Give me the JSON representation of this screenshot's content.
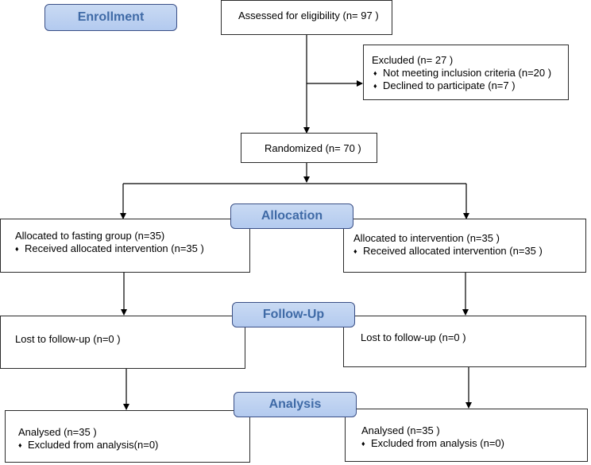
{
  "stages": {
    "enrollment": "Enrollment",
    "allocation": "Allocation",
    "followup": "Follow-Up",
    "analysis": "Analysis"
  },
  "assessed": "Assessed for eligibility (n= 97 )",
  "excluded": {
    "title": "Excluded  (n= 27  )",
    "items": [
      "Not meeting inclusion criteria (n=20 )",
      "Declined to participate (n=7   )"
    ]
  },
  "randomized": "Randomized (n= 70 )",
  "bullet_glyph": "♦",
  "left_arm": {
    "allocated": "Allocated to fasting group (n=35)",
    "received": "Received allocated intervention (n=35 )",
    "lost": "Lost to follow-up (n=0  )",
    "analysed": "Analysed  (n=35 )",
    "excluded_analysis": "Excluded from analysis(n=0)"
  },
  "right_arm": {
    "allocated": "Allocated to intervention (n=35 )",
    "received": "Received allocated intervention (n=35 )",
    "lost": "Lost to follow-up (n=0  )",
    "analysed": "Analysed  (n=35 )",
    "excluded_analysis": "Excluded from analysis (n=0)"
  }
}
